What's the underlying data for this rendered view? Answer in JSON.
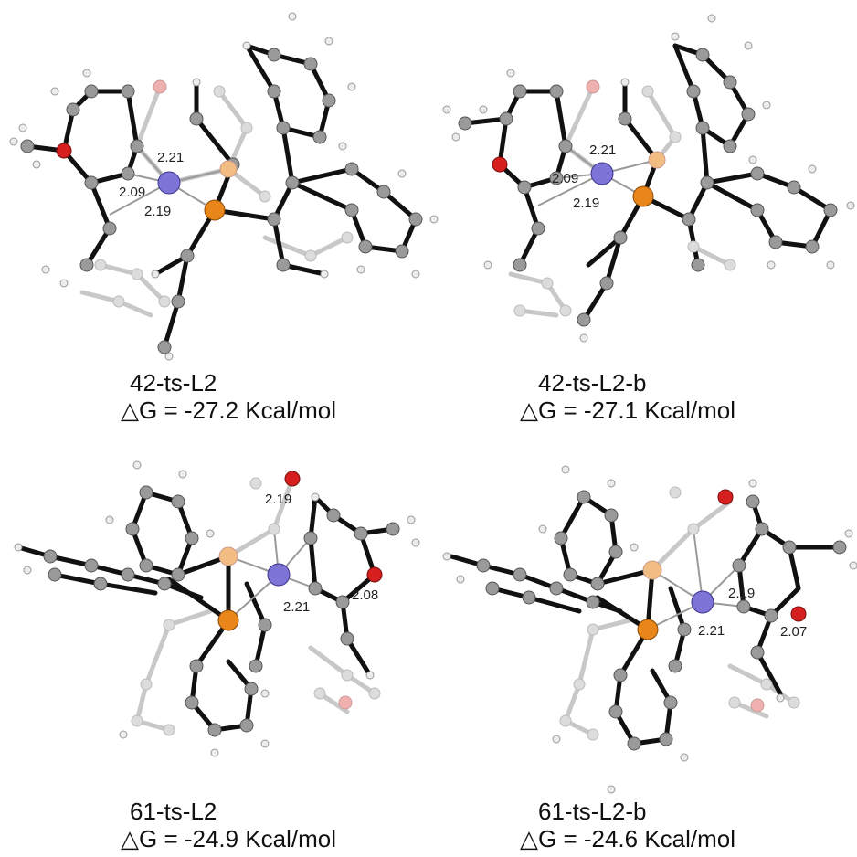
{
  "panels": [
    {
      "id": "42-ts-L2",
      "name": "42-ts-L2",
      "energy": "△G = -27.2 Kcal/mol",
      "distances": [
        "2.21",
        "2.09",
        "2.19"
      ]
    },
    {
      "id": "42-ts-L2-b",
      "name": "42-ts-L2-b",
      "energy": "△G = -27.1 Kcal/mol",
      "distances": [
        "2.21",
        "2.09",
        "2.19"
      ]
    },
    {
      "id": "61-ts-L2",
      "name": "61-ts-L2",
      "energy": "△G = -24.9 Kcal/mol",
      "distances": [
        "2.19",
        "2.21",
        "2.08"
      ]
    },
    {
      "id": "61-ts-L2-b",
      "name": "61-ts-L2-b",
      "energy": "△G = -24.6 Kcal/mol",
      "distances": [
        "2.19",
        "2.21",
        "2.07"
      ]
    }
  ],
  "atom_colors": {
    "carbon": "#9a9a9a",
    "carbon_faded": "#d8d8d8",
    "hydrogen": "#e6e6e6",
    "oxygen": "#d62020",
    "oxygen_faded": "#f0b0b0",
    "phosphorus": "#e8861a",
    "phosphorus_faded": "#f2bd83",
    "metal": "#7e73d6",
    "bond_front": "#111111",
    "bond_back": "#b0b0b0"
  }
}
